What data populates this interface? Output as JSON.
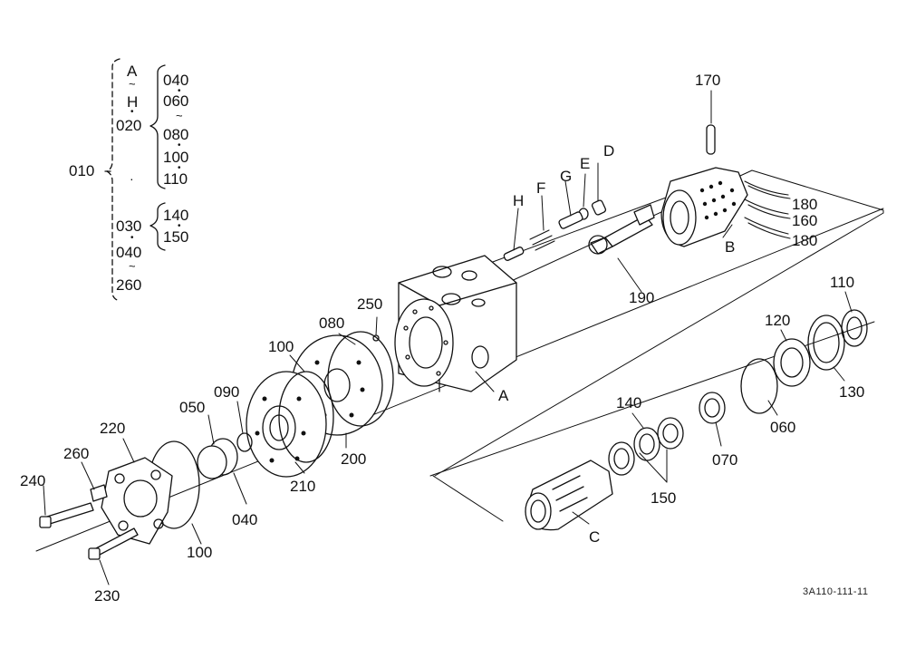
{
  "tree": {
    "root": "010",
    "range_a_from": "A",
    "range_a_to": "H",
    "tilde": "~",
    "dot": "•",
    "middle_dot": "·",
    "group1_parent": "020",
    "group1_children": [
      "040",
      "060",
      "080",
      "100",
      "110"
    ],
    "group2_parent": "030",
    "group2_children": [
      "140",
      "150"
    ],
    "range_b_from": "040",
    "range_b_to": "260"
  },
  "callouts": {
    "c170": "170",
    "c180a": "180",
    "c160": "160",
    "c180b": "180",
    "cB": "B",
    "cD": "D",
    "cE": "E",
    "cG": "G",
    "cF": "F",
    "cH": "H",
    "c190": "190",
    "c250": "250",
    "c080": "080",
    "c100a": "100",
    "cA": "A",
    "c110": "110",
    "c120": "120",
    "c130": "130",
    "c060": "060",
    "c070": "070",
    "c140": "140",
    "c150": "150",
    "cC": "C",
    "c090": "090",
    "c050": "050",
    "c220": "220",
    "c260": "260",
    "c240": "240",
    "c230": "230",
    "c040": "040",
    "c210": "210",
    "c200": "200",
    "c100b": "100"
  },
  "reference_code": "3A110-111-11"
}
